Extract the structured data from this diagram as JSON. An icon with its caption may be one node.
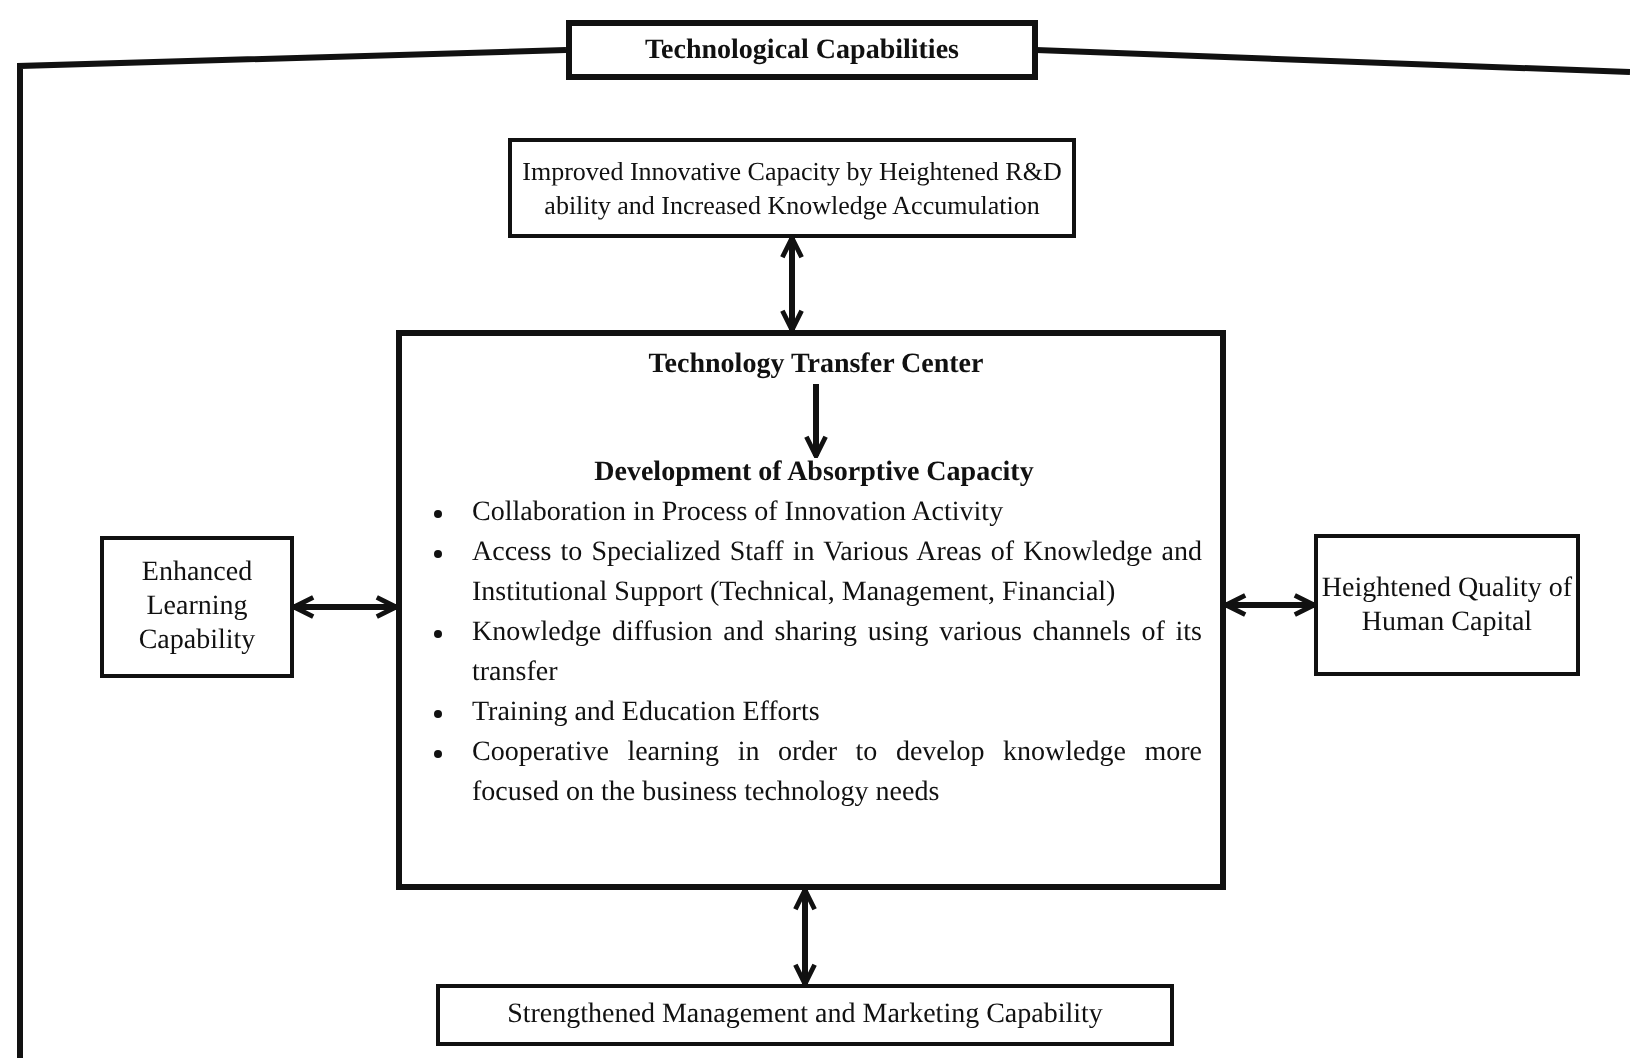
{
  "diagram": {
    "nodes": [
      {
        "text": [
          "Technological Capabilities"
        ]
      },
      {
        "text": [
          "Improved Innovative Capacity by Heightened R&D ability and Increased Knowledge Accumulation"
        ]
      },
      {
        "text": [],
        "shape": "box"
      },
      {
        "text": [
          "Technology Transfer Center"
        ],
        "in": 2
      },
      {
        "text": [
          "Development of Absorptive Capacity",
          "Collaboration in Process of Innovation Activity",
          "Access to Specialized Staff in Various Areas of Knowledge and Institutional Support (Technical, Management, Financial)",
          "Knowledge diffusion and sharing using various channels of its transfer",
          "Training and Education Efforts",
          "Cooperative learning in order to develop knowledge more focused on the business technology needs"
        ],
        "in": 2
      },
      {
        "text": [
          "Enhanced Learning Capability"
        ]
      },
      {
        "text": [
          "Heightened Quality of Human Capital"
        ]
      },
      {
        "text": [
          "Strengthened Management and Marketing Capability"
        ]
      }
    ],
    "edges": [
      {
        "from": 1,
        "to": 2,
        "arrow": "both"
      },
      {
        "from": 3,
        "to": 4,
        "arrow": "to"
      },
      {
        "from": 5,
        "to": 2,
        "arrow": "both"
      },
      {
        "from": 2,
        "to": 6,
        "arrow": "both"
      },
      {
        "from": 2,
        "to": 7,
        "arrow": "both"
      }
    ]
  }
}
